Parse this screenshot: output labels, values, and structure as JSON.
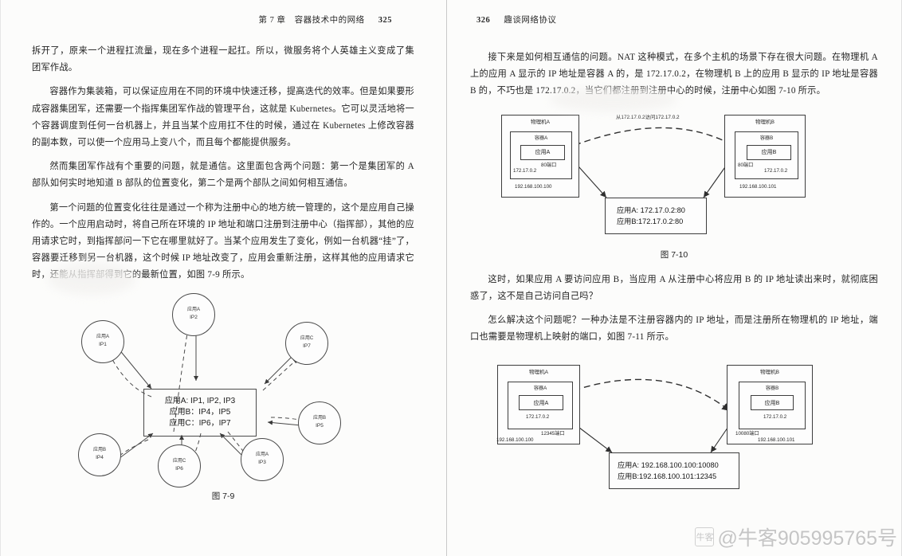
{
  "spread": {
    "left_page": {
      "running_head": {
        "chapter": "第 7 章",
        "title": "容器技术中的网络",
        "page_number": "325"
      },
      "paragraphs": [
        "拆开了，原来一个进程扛流量，现在多个进程一起扛。所以，微服务将个人英雄主义变成了集团军作战。",
        "容器作为集装箱，可以保证应用在不同的环境中快速迁移，提高迭代的效率。但是如果要形成容器集团军，还需要一个指挥集团军作战的管理平台，这就是 Kubernetes。它可以灵活地将一个容器调度到任何一台机器上，并且当某个应用扛不住的时候，通过在 Kubernetes 上修改容器的副本数，可以使一个应用马上变八个，而且每个都能提供服务。",
        "然而集团军作战有个重要的问题，就是通信。这里面包含两个问题：第一个是集团军的 A 部队如何实时地知道 B 部队的位置变化，第二个是两个部队之间如何相互通信。",
        "第一个问题的位置变化往往是通过一个称为注册中心的地方统一管理的，这个是应用自己操作的。一个应用启动时，将自己所在环境的 IP 地址和端口注册到注册中心（指挥部），其他的应用请求它时，到指挥部问一下它在哪里就好了。当某个应用发生了变化，例如一台机器“挂”了，容器要迁移到另一台机器，这个时候 IP 地址改变了，应用会重新注册，这样其他的应用请求它时，还能从指挥部得到它的最新位置，如图 7-9 所示。"
      ],
      "figure": {
        "caption": "图 7-9",
        "registry_lines": [
          "应用A: IP1, IP2, IP3",
          "应用B：IP4，IP5",
          "应用C：IP6，IP7"
        ],
        "nodes": [
          {
            "app": "应用A",
            "ip": "IP2"
          },
          {
            "app": "应用A",
            "ip": "IP1"
          },
          {
            "app": "应用C",
            "ip": "IP7"
          },
          {
            "app": "应用B",
            "ip": "IP5"
          },
          {
            "app": "应用B",
            "ip": "IP4"
          },
          {
            "app": "应用C",
            "ip": "IP6"
          },
          {
            "app": "应用A",
            "ip": "IP3"
          }
        ]
      }
    },
    "right_page": {
      "running_head": {
        "page_number": "326",
        "title": "趣谈网络协议"
      },
      "paragraphs": [
        "接下来是如何相互通信的问题。NAT 这种模式，在多个主机的场景下存在很大问题。在物理机 A 上的应用 A 显示的 IP 地址是容器 A 的，是 172.17.0.2，在物理机 B 上的应用 B 显示的 IP 地址是容器 B 的，不巧也是 172.17.0.2，当它们都注册到注册中心的时候，注册中心如图 7-10 所示。",
        "这时，如果应用 A 要访问应用 B，当应用 A 从注册中心将应用 B 的 IP 地址读出来时，就彻底困惑了，这不是自己访问自己吗？",
        "怎么解决这个问题呢？一种办法是不注册容器内的 IP 地址，而是注册所在物理机的 IP 地址，端口也需要是物理机上映射的端口，如图 7-11 所示。"
      ],
      "figure_7_10": {
        "caption": "图 7-10",
        "arrow_label": "从172.17.0.2访问172.17.0.2",
        "host_a": {
          "host_label": "物理机A",
          "container_label": "容器A",
          "app_label": "应用A",
          "port": "80端口",
          "container_ip": "172.17.0.2",
          "host_ip": "192.168.100.100"
        },
        "host_b": {
          "host_label": "物理机B",
          "container_label": "容器B",
          "app_label": "应用B",
          "port": "80端口",
          "container_ip": "172.17.0.2",
          "host_ip": "192.168.100.101"
        },
        "registry_lines": [
          "应用A: 172.17.0.2:80",
          "应用B:172.17.0.2:80"
        ]
      },
      "figure_7_11": {
        "caption": "图 7-11",
        "host_a": {
          "host_label": "物理机A",
          "container_label": "容器A",
          "app_label": "应用A",
          "port": "12345端口",
          "container_ip": "172.17.0.2",
          "host_ip": "192.168.100.100"
        },
        "host_b": {
          "host_label": "物理机B",
          "container_label": "容器B",
          "app_label": "应用B",
          "port": "10080端口",
          "container_ip": "172.17.0.2",
          "host_ip": "192.168.100.101"
        },
        "registry_lines": [
          "应用A: 192.168.100.100:10080",
          "应用B:192.168.100.101:12345"
        ]
      }
    },
    "watermark": {
      "badge": "牛客",
      "text": "@牛客905995765号"
    }
  }
}
